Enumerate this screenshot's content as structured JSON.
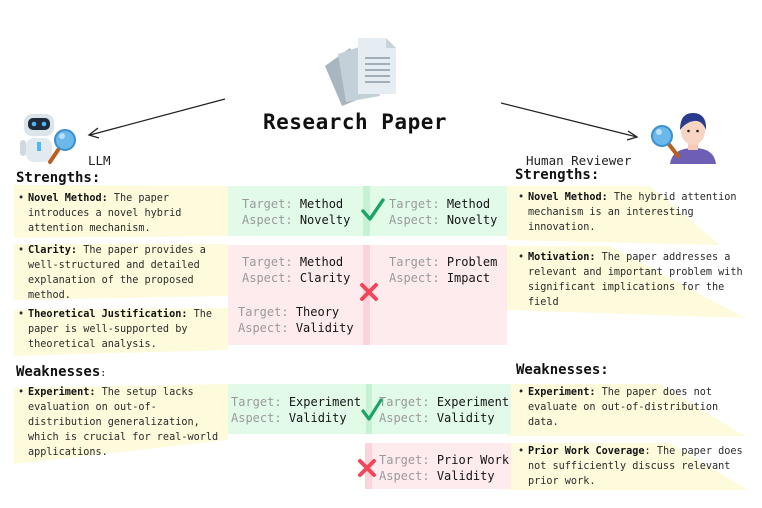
{
  "title": "Research Paper",
  "agents": {
    "llm": {
      "label": "LLM",
      "icon": "robot-with-magnifier-icon"
    },
    "human": {
      "label": "Human Reviewer",
      "icon": "person-with-magnifier-icon"
    },
    "paper": {
      "icon": "document-stack-icon"
    }
  },
  "llm": {
    "strengths_heading": "Strengths:",
    "strengths": [
      {
        "bold": "Novel Method:",
        "text": " The paper introduces a novel hybrid attention mechanism."
      },
      {
        "bold": "Clarity:",
        "text": " The paper provides a well-structured and detailed explanation of the proposed method."
      },
      {
        "bold": "Theoretical Justification:",
        "text": " The paper is well-supported by theoretical analysis."
      }
    ],
    "weaknesses_heading": "Weaknesses",
    "weaknesses_colon": ":",
    "weaknesses": [
      {
        "bold": "Experiment:",
        "text": " The setup lacks evaluation on out-of-distribution generalization, which is crucial for real-world applications."
      }
    ]
  },
  "human": {
    "strengths_heading": "Strengths:",
    "strengths": [
      {
        "bold": "Novel Method:",
        "text": " The hybrid attention mechanism is an interesting innovation."
      },
      {
        "bold": "Motivation:",
        "text": " The paper addresses a relevant and important problem with significant implications for the field"
      }
    ],
    "weaknesses_heading": "Weaknesses:",
    "weaknesses": [
      {
        "bold": "Experiment:",
        "text": " The paper does not evaluate on out-of-distribution data."
      },
      {
        "bold": "Prior Work Coverage",
        "text": ": The paper does not sufficiently discuss relevant prior work."
      }
    ]
  },
  "keys": {
    "target": "Target:",
    "aspect": "Aspect:"
  },
  "matches": [
    {
      "result": "match",
      "icon": "checkmark-icon",
      "llm": [
        {
          "target": "Method",
          "aspect": "Novelty"
        }
      ],
      "human": [
        {
          "target": "Method",
          "aspect": "Novelty"
        }
      ]
    },
    {
      "result": "mismatch",
      "icon": "cross-icon",
      "llm": [
        {
          "target": "Method",
          "aspect": "Clarity"
        },
        {
          "target": "Theory",
          "aspect": "Validity"
        }
      ],
      "human": [
        {
          "target": "Problem",
          "aspect": "Impact"
        }
      ]
    },
    {
      "result": "match",
      "icon": "checkmark-icon",
      "llm": [
        {
          "target": "Experiment",
          "aspect": "Validity"
        }
      ],
      "human": [
        {
          "target": "Experiment",
          "aspect": "Validity"
        }
      ]
    },
    {
      "result": "mismatch",
      "icon": "cross-icon",
      "llm": [],
      "human": [
        {
          "target": "Prior Work",
          "aspect": "Validity"
        }
      ]
    }
  ],
  "colors": {
    "match_bg": "#e2fbe9",
    "mismatch_bg": "#feebee",
    "check": "#1aa36b",
    "cross": "#f0475a",
    "highlight": "#fdfbd9"
  }
}
